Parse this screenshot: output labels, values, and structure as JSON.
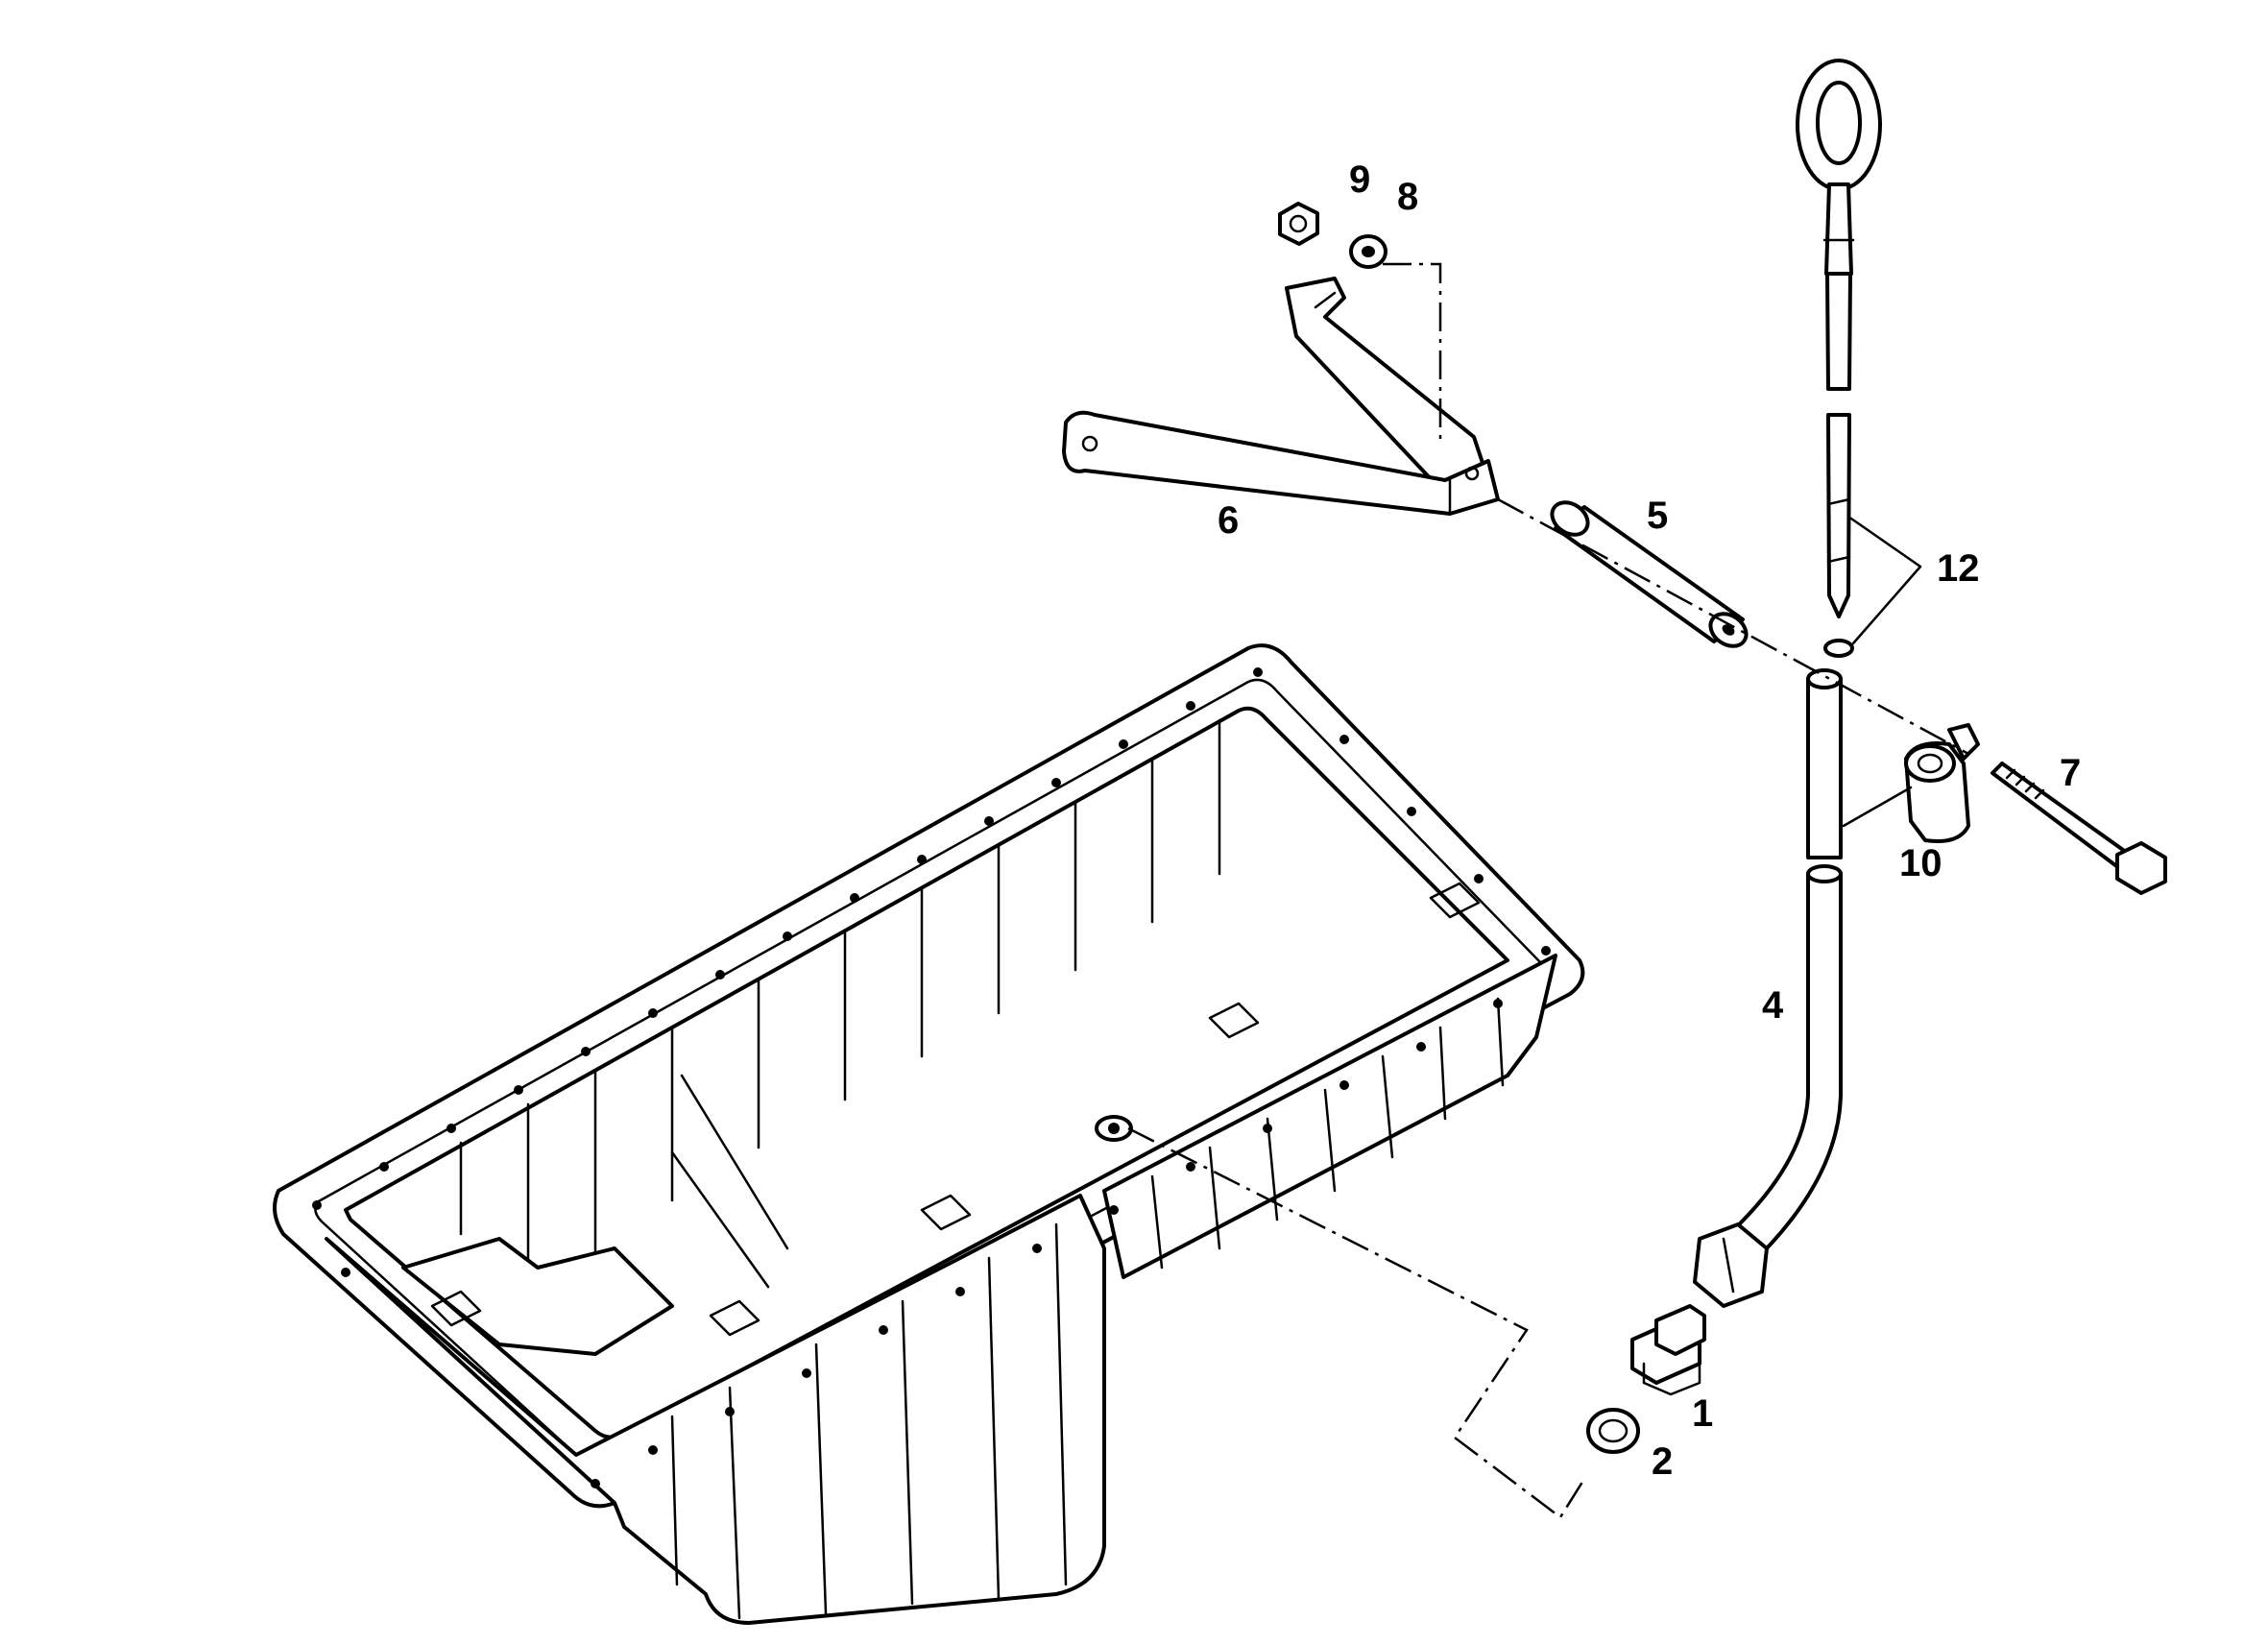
{
  "labels": {
    "p1": "1",
    "p2": "2",
    "p4": "4",
    "p5": "5",
    "p6": "6",
    "p7": "7",
    "p8": "8",
    "p9": "9",
    "p10": "10",
    "p12": "12"
  },
  "colors": {
    "line": "#000000",
    "background": "#ffffff"
  }
}
